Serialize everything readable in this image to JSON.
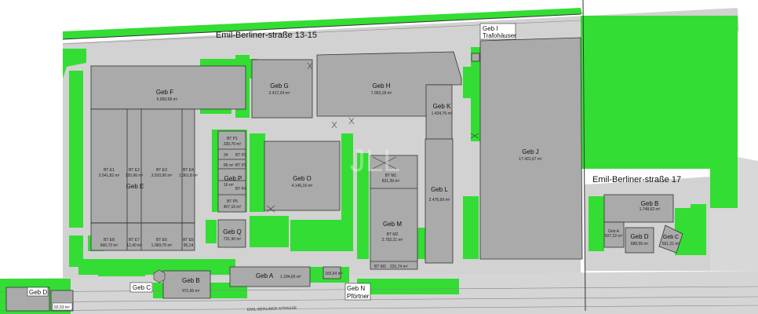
{
  "colors": {
    "grass": "#33dd33",
    "pavement": "#d0d0d0",
    "building": "#aaaaaa",
    "building_dark": "#9a9a9a",
    "outline": "#333333",
    "boundary": "#333333"
  },
  "streets": {
    "north": "Emil-Berliner-straße 13-15",
    "east": "Emil-Berliner-straße 17",
    "road_label": "EMIL-BERLINER-STRASSE"
  },
  "watermark": "JLL",
  "buildings": {
    "geb_f": {
      "name": "Geb F",
      "area": "5.650,58 m²"
    },
    "geb_g": {
      "name": "Geb G",
      "area": "2.417,24 m²"
    },
    "geb_h": {
      "name": "Geb H",
      "area": "7.003,18 m²"
    },
    "geb_k": {
      "name": "Geb K",
      "area": "1.434,76 m²"
    },
    "geb_j": {
      "name": "Geb J",
      "area": "17.431,67 m²"
    },
    "geb_i": {
      "name": "Geb I",
      "sub": "Trafohäuser"
    },
    "geb_e": {
      "name": "Geb E"
    },
    "bt_e1": {
      "name": "BT E1",
      "area": "3.541,82 m²"
    },
    "bt_e2": {
      "name": "BT E2",
      "area": "120,96 m²"
    },
    "bt_e3": {
      "name": "BT E3",
      "area": "3.910,90 m²"
    },
    "bt_e4": {
      "name": "BT E4",
      "area": "1.361,8 m²"
    },
    "bt_e8": {
      "name": "BT E8",
      "area": "666,73 m²"
    },
    "bt_e7": {
      "name": "BT E7",
      "area": "12,40 m²"
    },
    "bt_e6": {
      "name": "BT E6",
      "area": "1.069,70 m²"
    },
    "bt_e5": {
      "name": "BT E5",
      "area": "95,14"
    },
    "bt_p1": {
      "name": "BT P1",
      "area": "339,70 m²"
    },
    "bt_p2": {
      "name": "BT P2",
      "area": "24"
    },
    "bt_p3": {
      "name": "BT P3",
      "area": "86 m²"
    },
    "bt_p4": {
      "name": "BT P4",
      "area": "16 m²"
    },
    "bt_p5": {
      "name": "BT P5",
      "area": "407,10 m²"
    },
    "geb_p": {
      "name": "Geb P"
    },
    "geb_o": {
      "name": "Geb O",
      "area": "4.146,16 m²"
    },
    "geb_q": {
      "name": "Geb Q",
      "area": "731,90 m²"
    },
    "bt_m1": {
      "name": "BT M1",
      "area": "821,39 m²"
    },
    "geb_m": {
      "name": "Geb M"
    },
    "bt_m2": {
      "name": "BT M2",
      "area": "2.792,21 m²"
    },
    "bt_m3": {
      "name": "BT M3",
      "area": "231,74 m²"
    },
    "geb_l": {
      "name": "Geb L",
      "area": "2.476,99 m²"
    },
    "geb_a": {
      "name": "Geb A",
      "area": "1.184,60 m²"
    },
    "geb_b": {
      "name": "Geb B",
      "area": "971,60 m²"
    },
    "geb_c": {
      "name": "Geb C"
    },
    "geb_d": {
      "name": "Geb D",
      "area": "92,53 m²"
    },
    "geb_n": {
      "name": "Geb N",
      "sub": "Pförtner",
      "area": "165,64 m²"
    },
    "geb_b17": {
      "name": "Geb B",
      "area": "1.748,62 m²"
    },
    "geb_a17": {
      "name": "Geb A",
      "area": "507,22 m²"
    },
    "geb_d17": {
      "name": "Geb D",
      "area": "688,55 m²"
    },
    "geb_c17": {
      "name": "Geb C",
      "area": "561,21 m²"
    }
  }
}
